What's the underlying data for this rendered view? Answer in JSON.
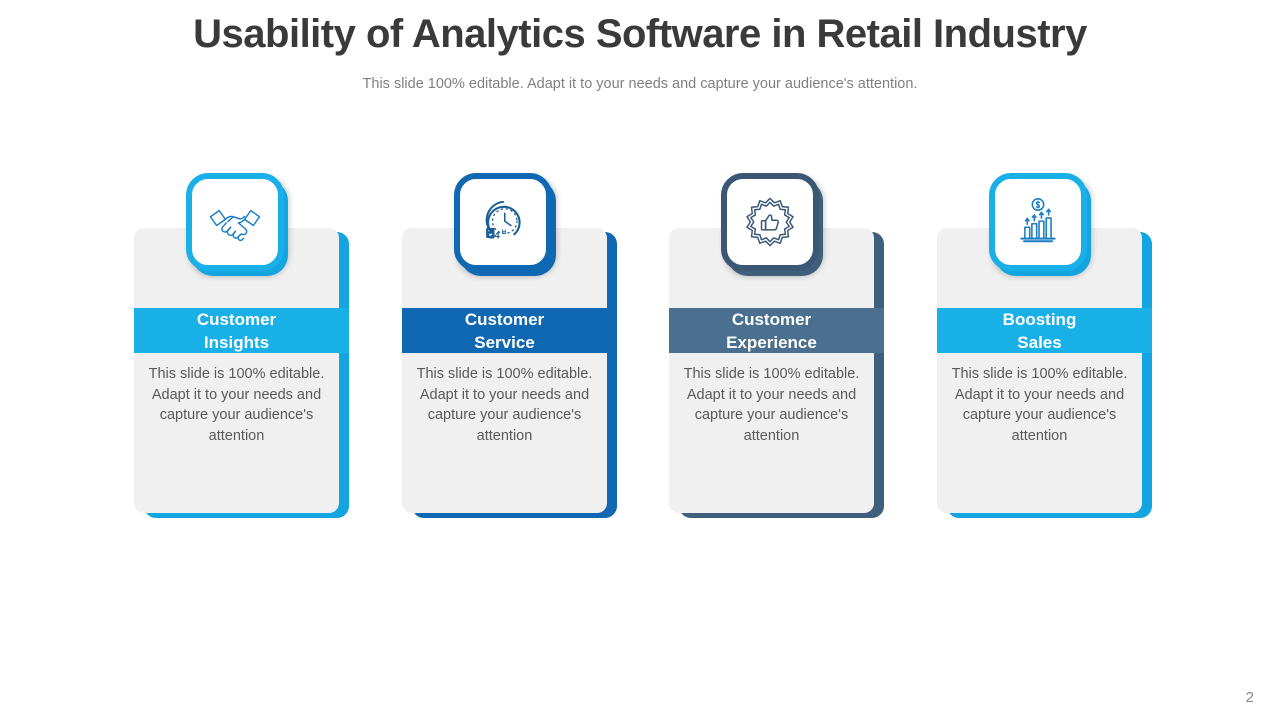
{
  "header": {
    "title": "Usability of Analytics Software in Retail Industry",
    "subtitle": "This slide 100% editable. Adapt it to your needs and capture your audience's attention."
  },
  "cards": [
    {
      "id": "customer-insights",
      "title_line1": "Customer",
      "title_line2": "Insights",
      "body": "This slide is 100% editable. Adapt it to your needs and capture your audience's attention",
      "icon": "handshake-icon",
      "accent_color": "#19B0E8",
      "backing_color": "#12A5E0",
      "band_color": "#19B0E8",
      "icon_border_color": "#19B0E8",
      "icon_stroke_color": "#1C7FC4"
    },
    {
      "id": "customer-service",
      "title_line1": "Customer",
      "title_line2": "Service",
      "body": "This slide is 100% editable. Adapt it to your needs and capture your audience's attention",
      "icon": "clock-24h-icon",
      "accent_color": "#1068B3",
      "backing_color": "#1068B3",
      "band_color": "#1068B3",
      "icon_border_color": "#1068B3",
      "icon_stroke_color": "#1B5E96"
    },
    {
      "id": "customer-experience",
      "title_line1": "Customer",
      "title_line2": "Experience",
      "body": "This slide is 100% editable. Adapt it to your needs and capture your audience's attention",
      "icon": "thumbs-up-badge-icon",
      "accent_color": "#4A6F8F",
      "backing_color": "#3F5F7C",
      "band_color": "#4A6F8F",
      "icon_border_color": "#3A5876",
      "icon_stroke_color": "#3A5876"
    },
    {
      "id": "boosting-sales",
      "title_line1": "Boosting",
      "title_line2": "Sales",
      "body": "This slide is 100% editable. Adapt it to your needs and capture your audience's attention",
      "icon": "bar-chart-growth-dollar-icon",
      "accent_color": "#19B0E8",
      "backing_color": "#12A5E0",
      "band_color": "#19B0E8",
      "icon_border_color": "#19B0E8",
      "icon_stroke_color": "#1C7FC4"
    }
  ],
  "footer": {
    "page_number": "2"
  }
}
